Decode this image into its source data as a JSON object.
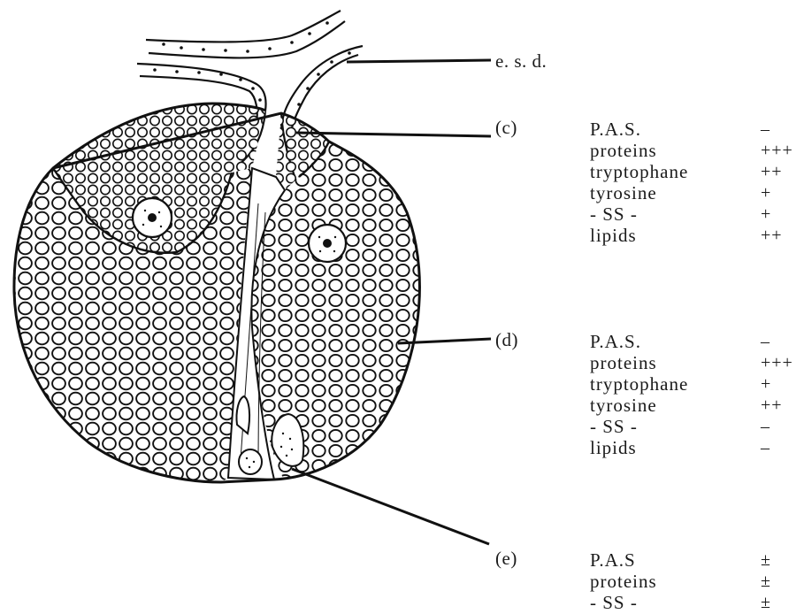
{
  "labels": {
    "esd": "e. s. d.",
    "c": "(c)",
    "d": "(d)",
    "e": "(e)"
  },
  "tables": {
    "c": [
      {
        "name": "P.A.S.",
        "value": "–"
      },
      {
        "name": "proteins",
        "value": "+++"
      },
      {
        "name": "tryptophane",
        "value": "++"
      },
      {
        "name": "tyrosine",
        "value": "+"
      },
      {
        "name": "- SS -",
        "value": "+"
      },
      {
        "name": "lipids",
        "value": "++"
      }
    ],
    "d": [
      {
        "name": "P.A.S.",
        "value": "–"
      },
      {
        "name": "proteins",
        "value": "+++"
      },
      {
        "name": "tryptophane",
        "value": "+"
      },
      {
        "name": "tyrosine",
        "value": "++"
      },
      {
        "name": "- SS -",
        "value": "–"
      },
      {
        "name": "lipids",
        "value": "–"
      }
    ],
    "e": [
      {
        "name": "P.A.S",
        "value": "±"
      },
      {
        "name": "proteins",
        "value": "±"
      },
      {
        "name": "- SS -",
        "value": "±"
      }
    ]
  }
}
